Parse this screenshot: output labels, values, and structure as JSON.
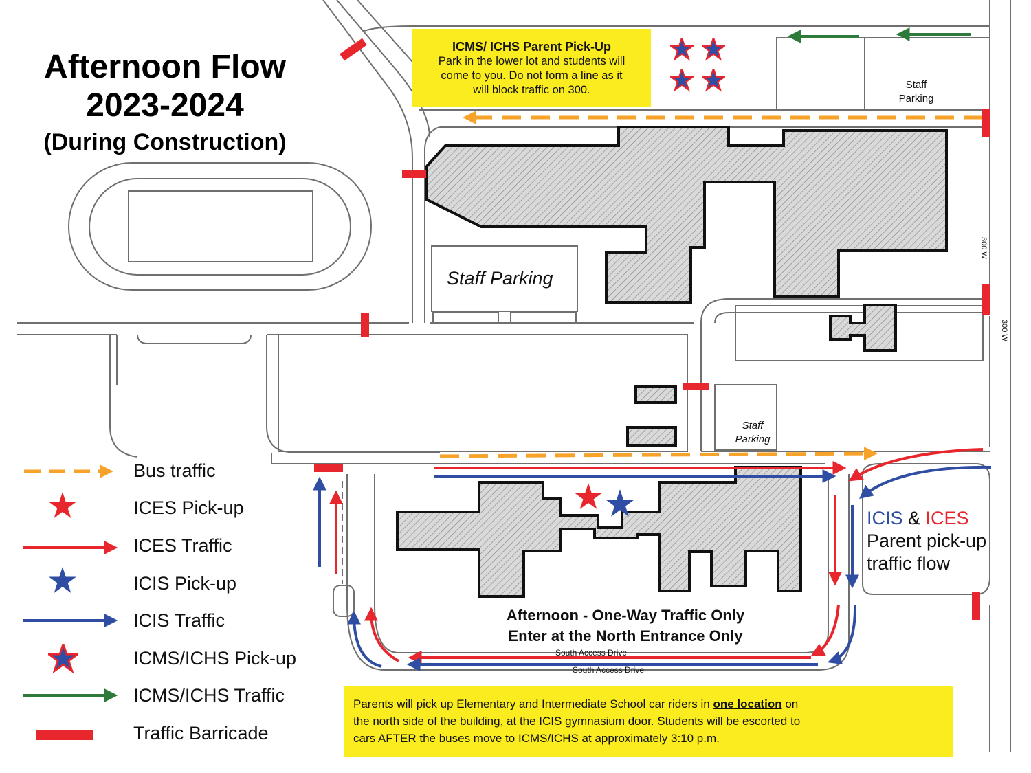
{
  "title": {
    "line1": "Afternoon Flow",
    "line2": "2023-2024",
    "line3": "(During Construction)"
  },
  "top_note": {
    "heading": "ICMS/ ICHS Parent Pick-Up",
    "line1": "Park in the lower lot and students will",
    "line2_pre": "come to you. ",
    "line2_underlined": "Do not",
    "line2_post": " form a line as it",
    "line3": "will block traffic on 300."
  },
  "labels": {
    "staff_parking_main": "Staff Parking",
    "staff_parking_top_1": "Staff",
    "staff_parking_top_2": "Parking",
    "staff_parking_mid_1": "Staff",
    "staff_parking_mid_2": "Parking",
    "road_300w_a": "300 W",
    "road_300w_b": "300 W",
    "one_way_1": "Afternoon - One-Way Traffic Only",
    "one_way_2": "Enter at the North Entrance Only",
    "south_access_1": "South Access Drive",
    "south_access_2": "South Access Drive",
    "icis": "ICIS",
    "amp": " & ",
    "ices": "ICES",
    "pickup_flow_1": "Parent pick-up",
    "pickup_flow_2": "traffic flow"
  },
  "bottom_note": {
    "line1_pre": "Parents will pick up Elementary and Intermediate School car riders in ",
    "line1_bold": "one location",
    "line1_post": " on",
    "line2": "the north side of the building, at the ICIS gymnasium door. Students will be escorted to",
    "line3": "cars AFTER the buses move to ICMS/ICHS at approximately 3:10 p.m."
  },
  "legend": [
    {
      "symbol": "bus-arrow",
      "label": "Bus traffic"
    },
    {
      "symbol": "red-star",
      "label": "ICES Pick-up"
    },
    {
      "symbol": "red-arrow",
      "label": "ICES Traffic"
    },
    {
      "symbol": "blue-star",
      "label": "ICIS Pick-up"
    },
    {
      "symbol": "blue-arrow",
      "label": "ICIS Traffic"
    },
    {
      "symbol": "purple-star",
      "label": "ICMS/ICHS Pick-up"
    },
    {
      "symbol": "green-arrow",
      "label": "ICMS/ICHS Traffic"
    },
    {
      "symbol": "barricade",
      "label": "Traffic Barricade"
    }
  ],
  "colors": {
    "bus": "#f7a229",
    "ices": "#e8262d",
    "icis": "#2f4ea3",
    "icms": "#2e7a3a",
    "barricade": "#e8262d",
    "note_bg": "#fbec1f",
    "building_fill": "#d9d9d9"
  }
}
